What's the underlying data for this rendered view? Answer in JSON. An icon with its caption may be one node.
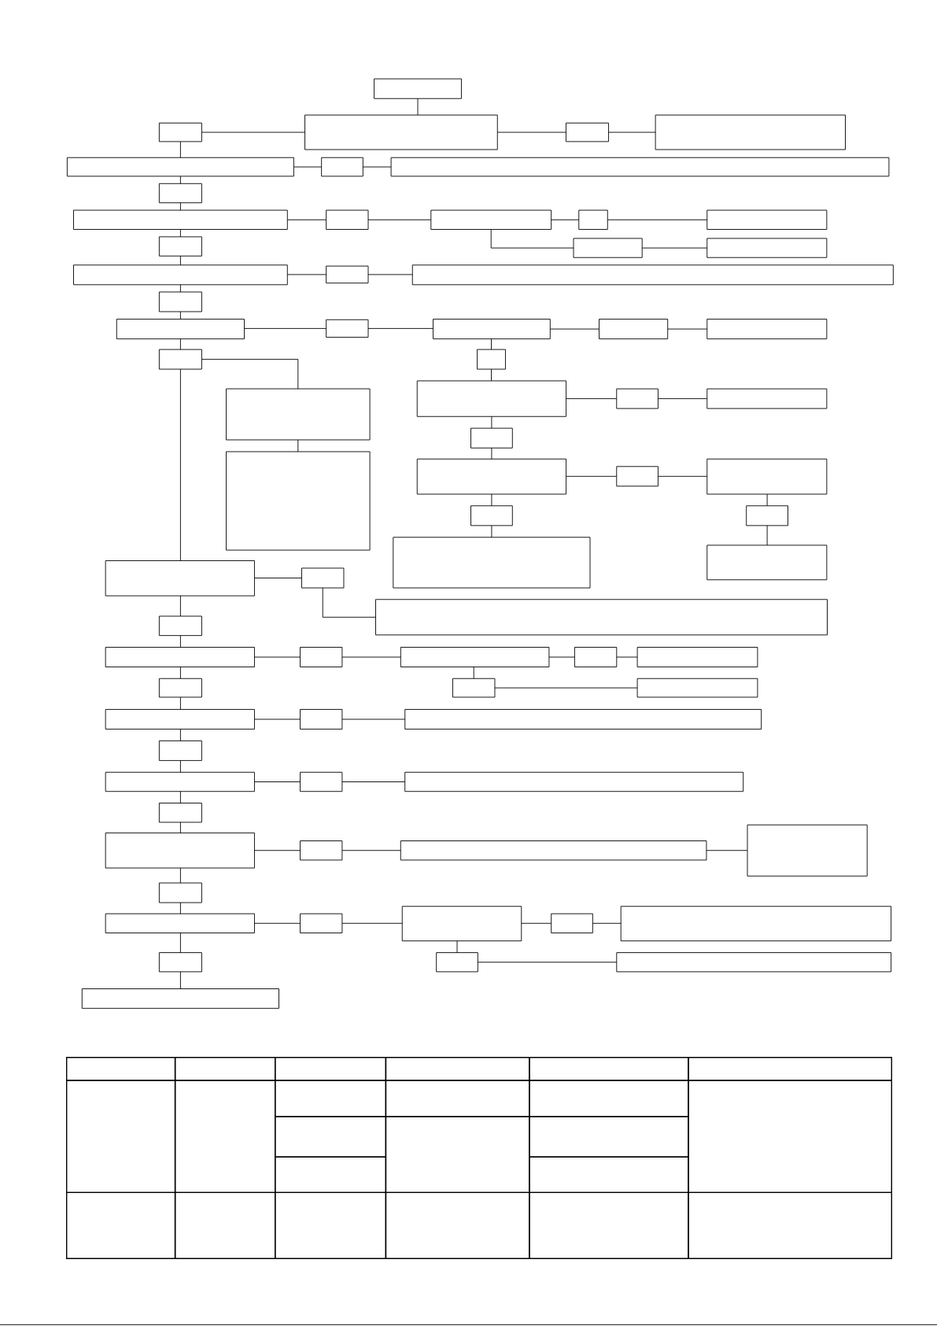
{
  "diagram": {
    "nodes": [
      {
        "text": [],
        "shape": "box"
      },
      {
        "text": [],
        "shape": "box"
      },
      {
        "text": [],
        "shape": "box"
      },
      {
        "text": [],
        "shape": "box"
      },
      {
        "text": [],
        "shape": "box"
      },
      {
        "text": [],
        "shape": "box"
      },
      {
        "text": [],
        "shape": "box"
      },
      {
        "text": [],
        "shape": "box"
      },
      {
        "text": [],
        "shape": "box"
      },
      {
        "text": [],
        "shape": "box"
      },
      {
        "text": [],
        "shape": "box"
      },
      {
        "text": [],
        "shape": "box"
      },
      {
        "text": [],
        "shape": "box"
      },
      {
        "text": [],
        "shape": "box"
      },
      {
        "text": [],
        "shape": "box"
      },
      {
        "text": [],
        "shape": "box"
      },
      {
        "text": [],
        "shape": "box"
      },
      {
        "text": [],
        "shape": "box"
      },
      {
        "text": [],
        "shape": "box"
      },
      {
        "text": [],
        "shape": "box"
      },
      {
        "text": [],
        "shape": "box"
      },
      {
        "text": [],
        "shape": "box"
      },
      {
        "text": [],
        "shape": "box"
      },
      {
        "text": [],
        "shape": "box"
      },
      {
        "text": [],
        "shape": "box"
      },
      {
        "text": [],
        "shape": "box"
      },
      {
        "text": [],
        "shape": "box"
      },
      {
        "text": [],
        "shape": "box"
      },
      {
        "text": [],
        "shape": "box"
      },
      {
        "text": [],
        "shape": "box"
      },
      {
        "text": [],
        "shape": "box"
      },
      {
        "text": [],
        "shape": "box"
      },
      {
        "text": [],
        "shape": "box"
      },
      {
        "text": [],
        "shape": "box"
      },
      {
        "text": [],
        "shape": "box"
      },
      {
        "text": [],
        "shape": "box"
      },
      {
        "text": [],
        "shape": "box"
      },
      {
        "text": [],
        "shape": "box"
      },
      {
        "text": [],
        "shape": "box"
      },
      {
        "text": [],
        "shape": "box"
      },
      {
        "text": [],
        "shape": "box"
      },
      {
        "text": [],
        "shape": "box"
      },
      {
        "text": [],
        "shape": "box"
      },
      {
        "text": [],
        "shape": "box"
      },
      {
        "text": [],
        "shape": "box"
      },
      {
        "text": [],
        "shape": "box"
      },
      {
        "text": [],
        "shape": "box"
      },
      {
        "text": [],
        "shape": "box"
      },
      {
        "text": [],
        "shape": "box"
      },
      {
        "text": [],
        "shape": "box"
      },
      {
        "text": [],
        "shape": "box"
      },
      {
        "text": [],
        "shape": "box"
      },
      {
        "text": [],
        "shape": "box"
      },
      {
        "text": [],
        "shape": "box"
      },
      {
        "text": [],
        "shape": "box"
      },
      {
        "text": [],
        "shape": "box"
      },
      {
        "text": [],
        "shape": "box"
      },
      {
        "text": [],
        "shape": "box"
      },
      {
        "text": [],
        "shape": "box"
      },
      {
        "text": [],
        "shape": "box"
      },
      {
        "text": [],
        "shape": "box"
      },
      {
        "text": [],
        "shape": "box"
      },
      {
        "text": [],
        "shape": "box"
      },
      {
        "text": [],
        "shape": "box"
      },
      {
        "text": [],
        "shape": "box"
      },
      {
        "text": [],
        "shape": "box"
      },
      {
        "text": [],
        "shape": "box"
      },
      {
        "text": [],
        "shape": "box"
      },
      {
        "text": [],
        "shape": "box"
      },
      {
        "text": [],
        "shape": "box"
      },
      {
        "text": [],
        "shape": "box"
      },
      {
        "text": [],
        "shape": "box"
      },
      {
        "text": [],
        "shape": "box"
      },
      {
        "text": [],
        "shape": "box"
      },
      {
        "text": [],
        "shape": "box"
      }
    ],
    "edges": [
      {
        "from": 0,
        "to": 2,
        "arrow": "none"
      },
      {
        "from": 1,
        "to": 2,
        "arrow": "none"
      },
      {
        "from": 2,
        "to": 3,
        "arrow": "none"
      },
      {
        "from": 3,
        "to": 4,
        "arrow": "none"
      },
      {
        "from": 1,
        "to": 5,
        "arrow": "none"
      },
      {
        "from": 5,
        "to": 6,
        "arrow": "none"
      },
      {
        "from": 6,
        "to": 7,
        "arrow": "none"
      },
      {
        "from": 5,
        "to": 8,
        "arrow": "none"
      },
      {
        "from": 8,
        "to": 9,
        "arrow": "none"
      },
      {
        "from": 9,
        "to": 10,
        "arrow": "none"
      },
      {
        "from": 10,
        "to": 11,
        "arrow": "none"
      },
      {
        "from": 11,
        "to": 12,
        "arrow": "none"
      },
      {
        "from": 12,
        "to": 13,
        "arrow": "none"
      },
      {
        "from": 11,
        "to": 15,
        "arrow": "none"
      },
      {
        "from": 15,
        "to": 16,
        "arrow": "none"
      },
      {
        "from": 9,
        "to": 14,
        "arrow": "none"
      },
      {
        "from": 14,
        "to": 17,
        "arrow": "none"
      },
      {
        "from": 17,
        "to": 18,
        "arrow": "none"
      },
      {
        "from": 18,
        "to": 19,
        "arrow": "none"
      },
      {
        "from": 17,
        "to": 20,
        "arrow": "none"
      },
      {
        "from": 20,
        "to": 21,
        "arrow": "none"
      },
      {
        "from": 21,
        "to": 22,
        "arrow": "none"
      },
      {
        "from": 22,
        "to": 23,
        "arrow": "none"
      },
      {
        "from": 23,
        "to": 24,
        "arrow": "none"
      },
      {
        "from": 24,
        "to": 25,
        "arrow": "none"
      },
      {
        "from": 21,
        "to": 26,
        "arrow": "none"
      },
      {
        "from": 26,
        "to": 28,
        "arrow": "none"
      },
      {
        "from": 28,
        "to": 33,
        "arrow": "none"
      },
      {
        "from": 26,
        "to": 41,
        "arrow": "none"
      },
      {
        "from": 23,
        "to": 27,
        "arrow": "none"
      },
      {
        "from": 27,
        "to": 29,
        "arrow": "none"
      },
      {
        "from": 29,
        "to": 30,
        "arrow": "none"
      },
      {
        "from": 30,
        "to": 31,
        "arrow": "none"
      },
      {
        "from": 29,
        "to": 32,
        "arrow": "none"
      },
      {
        "from": 32,
        "to": 34,
        "arrow": "none"
      },
      {
        "from": 34,
        "to": 35,
        "arrow": "none"
      },
      {
        "from": 35,
        "to": 36,
        "arrow": "none"
      },
      {
        "from": 34,
        "to": 37,
        "arrow": "none"
      },
      {
        "from": 37,
        "to": 39,
        "arrow": "none"
      },
      {
        "from": 36,
        "to": 38,
        "arrow": "none"
      },
      {
        "from": 38,
        "to": 40,
        "arrow": "none"
      },
      {
        "from": 41,
        "to": 42,
        "arrow": "none"
      },
      {
        "from": 42,
        "to": 43,
        "arrow": "none"
      },
      {
        "from": 41,
        "to": 44,
        "arrow": "none"
      },
      {
        "from": 44,
        "to": 45,
        "arrow": "none"
      },
      {
        "from": 45,
        "to": 46,
        "arrow": "none"
      },
      {
        "from": 46,
        "to": 47,
        "arrow": "none"
      },
      {
        "from": 47,
        "to": 48,
        "arrow": "none"
      },
      {
        "from": 48,
        "to": 49,
        "arrow": "none"
      },
      {
        "from": 47,
        "to": 51,
        "arrow": "none"
      },
      {
        "from": 51,
        "to": 52,
        "arrow": "none"
      },
      {
        "from": 45,
        "to": 50,
        "arrow": "none"
      },
      {
        "from": 50,
        "to": 53,
        "arrow": "none"
      },
      {
        "from": 53,
        "to": 54,
        "arrow": "none"
      },
      {
        "from": 54,
        "to": 55,
        "arrow": "none"
      },
      {
        "from": 53,
        "to": 56,
        "arrow": "none"
      },
      {
        "from": 56,
        "to": 57,
        "arrow": "none"
      },
      {
        "from": 57,
        "to": 58,
        "arrow": "none"
      },
      {
        "from": 58,
        "to": 59,
        "arrow": "none"
      },
      {
        "from": 57,
        "to": 60,
        "arrow": "none"
      },
      {
        "from": 60,
        "to": 61,
        "arrow": "none"
      },
      {
        "from": 61,
        "to": 62,
        "arrow": "none"
      },
      {
        "from": 62,
        "to": 63,
        "arrow": "none"
      },
      {
        "from": 63,
        "to": 64,
        "arrow": "none"
      },
      {
        "from": 61,
        "to": 65,
        "arrow": "none"
      },
      {
        "from": 65,
        "to": 66,
        "arrow": "none"
      },
      {
        "from": 66,
        "to": 67,
        "arrow": "none"
      },
      {
        "from": 67,
        "to": 68,
        "arrow": "none"
      },
      {
        "from": 68,
        "to": 69,
        "arrow": "none"
      },
      {
        "from": 69,
        "to": 70,
        "arrow": "none"
      },
      {
        "from": 68,
        "to": 72,
        "arrow": "none"
      },
      {
        "from": 72,
        "to": 73,
        "arrow": "none"
      },
      {
        "from": 66,
        "to": 71,
        "arrow": "none"
      },
      {
        "from": 71,
        "to": 74,
        "arrow": "none"
      }
    ]
  }
}
